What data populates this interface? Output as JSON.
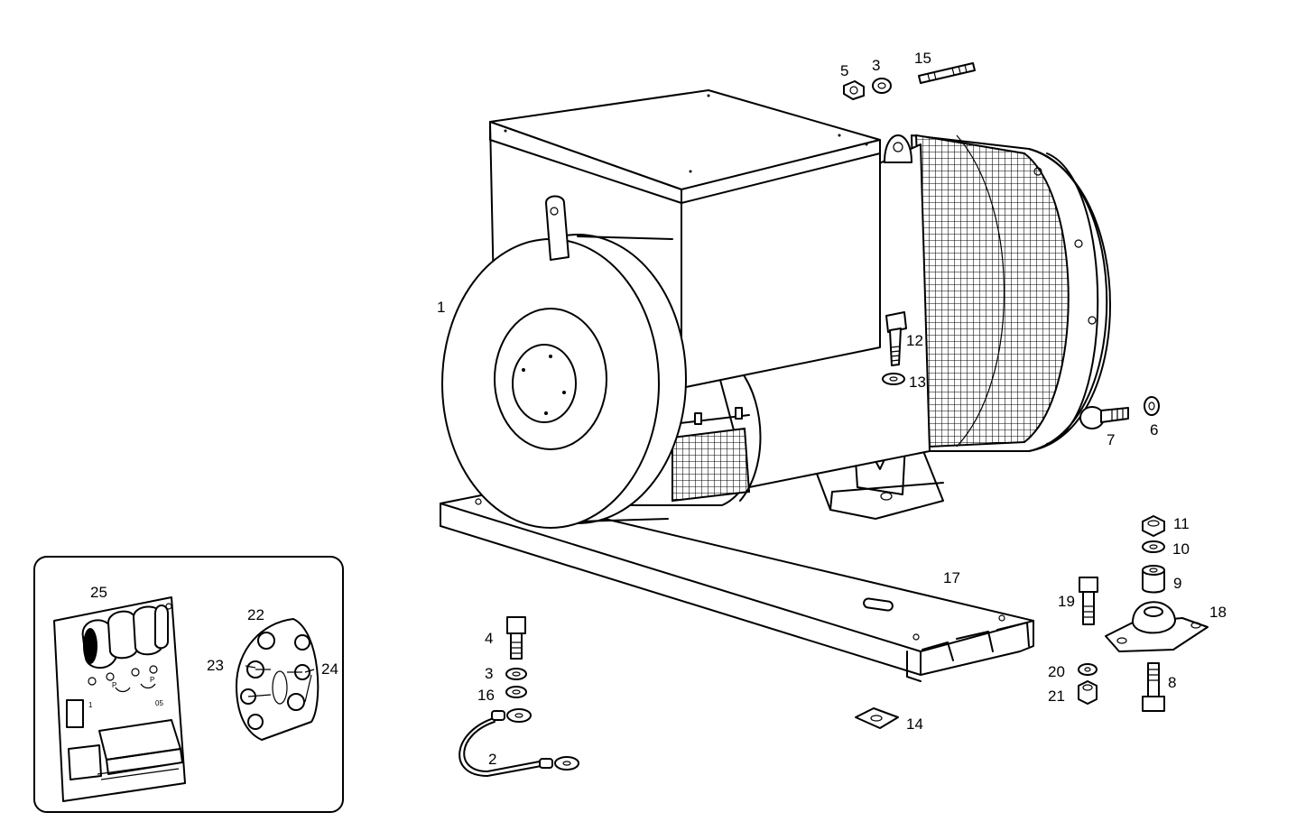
{
  "callouts": {
    "c1": "1",
    "c2": "2",
    "c3a": "3",
    "c3b": "3",
    "c4": "4",
    "c5": "5",
    "c6": "6",
    "c7": "7",
    "c8": "8",
    "c9": "9",
    "c10": "10",
    "c11": "11",
    "c12": "12",
    "c13": "13",
    "c14": "14",
    "c15": "15",
    "c16": "16",
    "c17": "17",
    "c18": "18",
    "c19": "19",
    "c20": "20",
    "c21": "21",
    "c22": "22",
    "c23": "23",
    "c24": "24",
    "c25": "25"
  },
  "board_marks": {
    "m1": "1",
    "m2": "05",
    "m3": "P",
    "m4": "P"
  }
}
